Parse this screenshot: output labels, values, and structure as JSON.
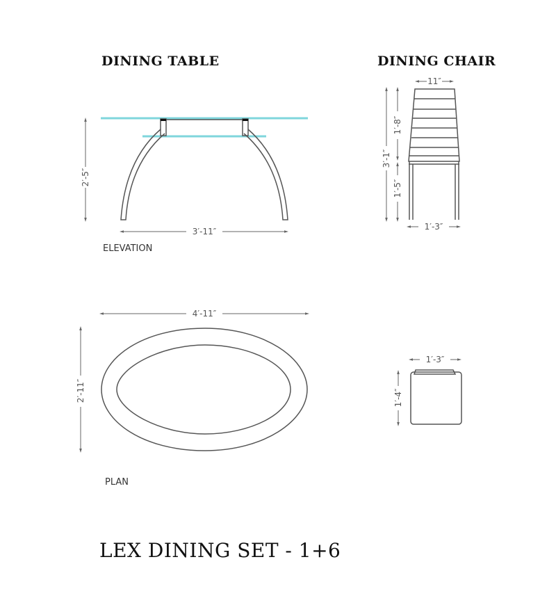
{
  "sections": {
    "table_title": "DINING TABLE",
    "chair_title": "DINING CHAIR",
    "elevation_label": "ELEVATION",
    "plan_label": "PLAN",
    "footer_title": "LEX DINING SET - 1+6"
  },
  "dimensions": {
    "table_height": "2′-5″",
    "table_leg_span": "3′-11″",
    "table_plan_length": "4′-11″",
    "table_plan_width": "2′-11″",
    "chair_back_width": "11″",
    "chair_total_height": "3′-1″",
    "chair_back_height": "1′-8″",
    "chair_seat_height": "1′-5″",
    "chair_base_width": "1′-3″",
    "chair_plan_width": "1′-3″",
    "chair_plan_depth": "1′-4″"
  },
  "colors": {
    "glass": "#7fd6dc",
    "line": "#555555"
  }
}
